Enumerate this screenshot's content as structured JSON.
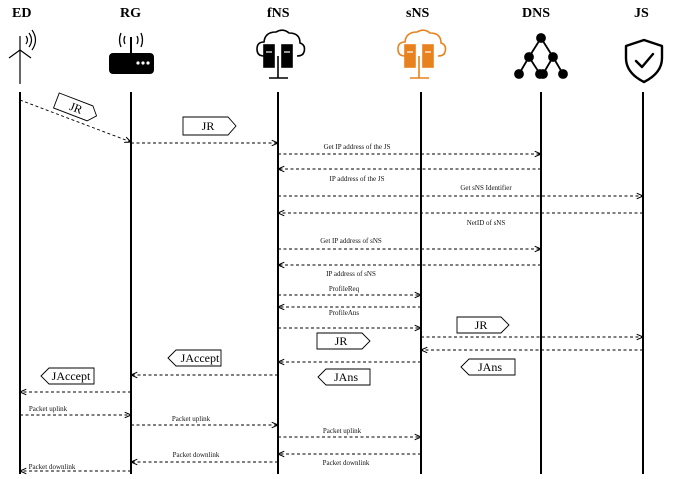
{
  "entities": [
    {
      "id": "ed",
      "name": "ED",
      "icon": "wind-turbine-icon"
    },
    {
      "id": "rg",
      "name": "RG",
      "icon": "gateway-router-icon"
    },
    {
      "id": "fns",
      "name": "fNS",
      "icon": "cloud-server-icon",
      "color": "#000000"
    },
    {
      "id": "sns",
      "name": "sNS",
      "icon": "cloud-server-icon",
      "color": "#e8821e"
    },
    {
      "id": "dns",
      "name": "DNS",
      "icon": "tree-network-icon"
    },
    {
      "id": "js",
      "name": "JS",
      "icon": "shield-check-icon"
    }
  ],
  "messages": [
    {
      "from": "ed",
      "to": "rg",
      "label": ""
    },
    {
      "from": "rg",
      "to": "fns",
      "label": ""
    },
    {
      "from": "fns",
      "to": "dns",
      "label": "Get IP address of the JS"
    },
    {
      "from": "dns",
      "to": "fns",
      "label": "IP address of the JS"
    },
    {
      "from": "fns",
      "to": "js",
      "label": "Get sNS Identifier"
    },
    {
      "from": "js",
      "to": "fns",
      "label": "NetID of  sNS"
    },
    {
      "from": "fns",
      "to": "dns",
      "label": "Get IP address  of sNS"
    },
    {
      "from": "dns",
      "to": "fns",
      "label": "IP address  of  sNS"
    },
    {
      "from": "fns",
      "to": "sns",
      "label": "ProfileReq"
    },
    {
      "from": "sns",
      "to": "fns",
      "label": "ProfileAns"
    },
    {
      "from": "fns",
      "to": "sns",
      "label": ""
    },
    {
      "from": "sns",
      "to": "js",
      "label": ""
    },
    {
      "from": "js",
      "to": "sns",
      "label": ""
    },
    {
      "from": "sns",
      "to": "fns",
      "label": ""
    },
    {
      "from": "fns",
      "to": "rg",
      "label": ""
    },
    {
      "from": "rg",
      "to": "ed",
      "label": ""
    },
    {
      "from": "ed",
      "to": "rg",
      "label": "Packet uplink"
    },
    {
      "from": "rg",
      "to": "fns",
      "label": "Packet uplink"
    },
    {
      "from": "fns",
      "to": "sns",
      "label": "Packet uplink"
    },
    {
      "from": "sns",
      "to": "fns",
      "label": "Packet downlink"
    },
    {
      "from": "fns",
      "to": "rg",
      "label": "Packet downlink"
    },
    {
      "from": "rg",
      "to": "ed",
      "label": "Packet downlink"
    }
  ],
  "tags": [
    {
      "text": "JR",
      "dir": "right"
    },
    {
      "text": "JR",
      "dir": "right"
    },
    {
      "text": "JR",
      "dir": "right"
    },
    {
      "text": "JR",
      "dir": "right"
    },
    {
      "text": "JAccept",
      "dir": "left"
    },
    {
      "text": "JAns",
      "dir": "left"
    },
    {
      "text": "JAns",
      "dir": "left"
    },
    {
      "text": "JAccept",
      "dir": "left"
    }
  ]
}
